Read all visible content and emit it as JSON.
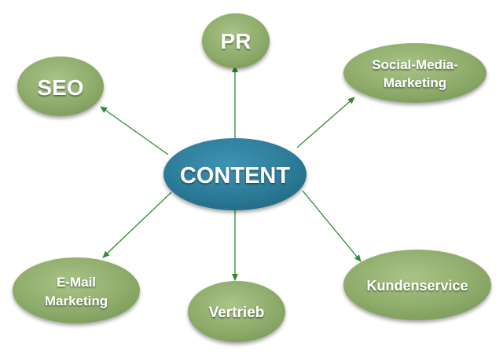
{
  "center": {
    "label": "CONTENT",
    "color": "#2f7f9c"
  },
  "node_color": "#8fad6b",
  "edge_color": "#2e8b2e",
  "nodes": {
    "pr": {
      "lines": [
        "PR"
      ]
    },
    "seo": {
      "lines": [
        "SEO"
      ]
    },
    "social": {
      "lines": [
        "Social-Media-",
        "Marketing"
      ]
    },
    "email": {
      "lines": [
        "E-Mail",
        "Marketing"
      ]
    },
    "vertrieb": {
      "lines": [
        "Vertrieb"
      ]
    },
    "kunden": {
      "lines": [
        "Kundenservice"
      ]
    }
  }
}
